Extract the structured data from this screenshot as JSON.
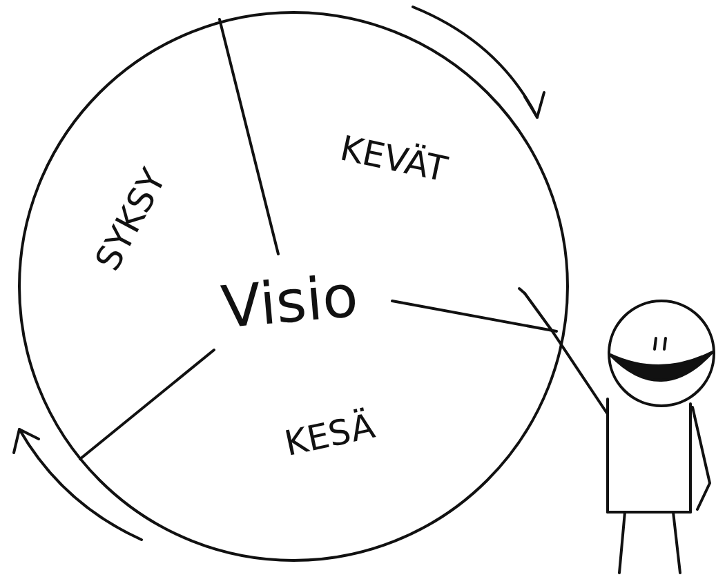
{
  "diagram": {
    "nodes": [
      {
        "text": [
          "Visio"
        ]
      },
      {
        "text": [
          "KEVÄT"
        ],
        "in": 0
      },
      {
        "text": [
          "SYKSY"
        ],
        "in": 0
      },
      {
        "text": [
          "KESÄ"
        ],
        "in": 0
      }
    ]
  }
}
